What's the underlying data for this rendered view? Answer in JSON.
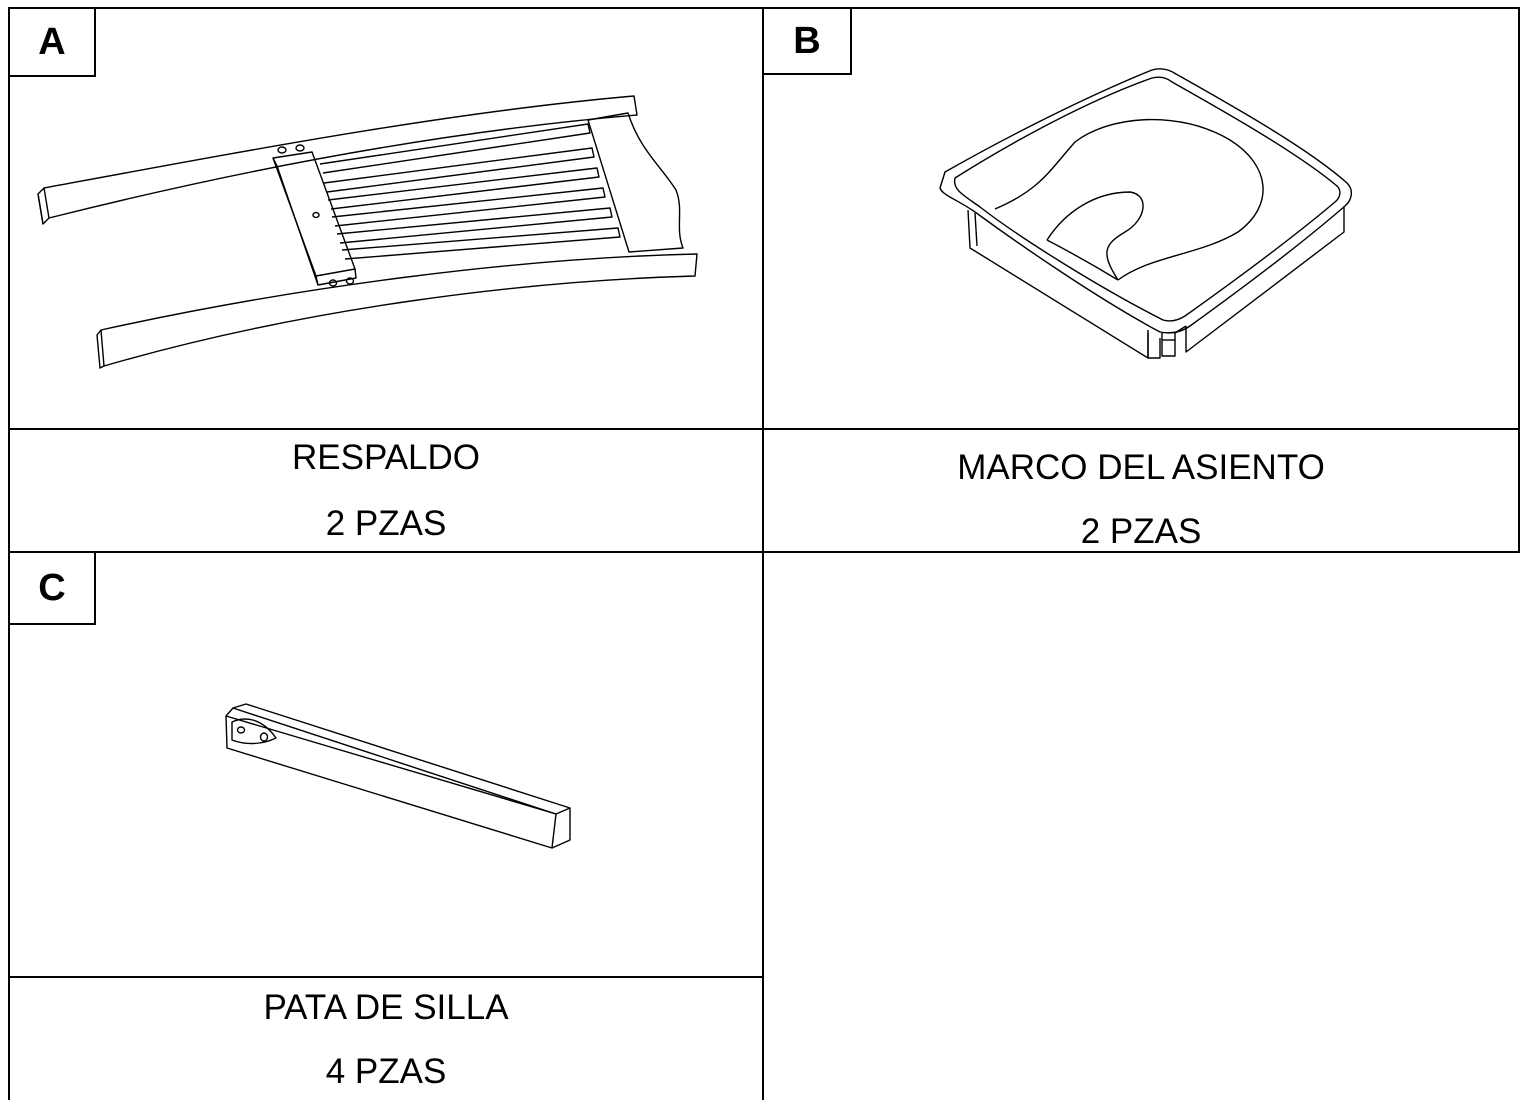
{
  "parts": [
    {
      "letter": "A",
      "name": "RESPALDO",
      "quantity": "2 PZAS",
      "icon": "chair-backrest-drawing"
    },
    {
      "letter": "B",
      "name": "MARCO DEL ASIENTO",
      "quantity": "2 PZAS",
      "icon": "seat-frame-drawing"
    },
    {
      "letter": "C",
      "name": "PATA DE SILLA",
      "quantity": "4 PZAS",
      "icon": "chair-leg-drawing"
    }
  ],
  "colors": {
    "line": "#000000",
    "background": "#ffffff"
  }
}
